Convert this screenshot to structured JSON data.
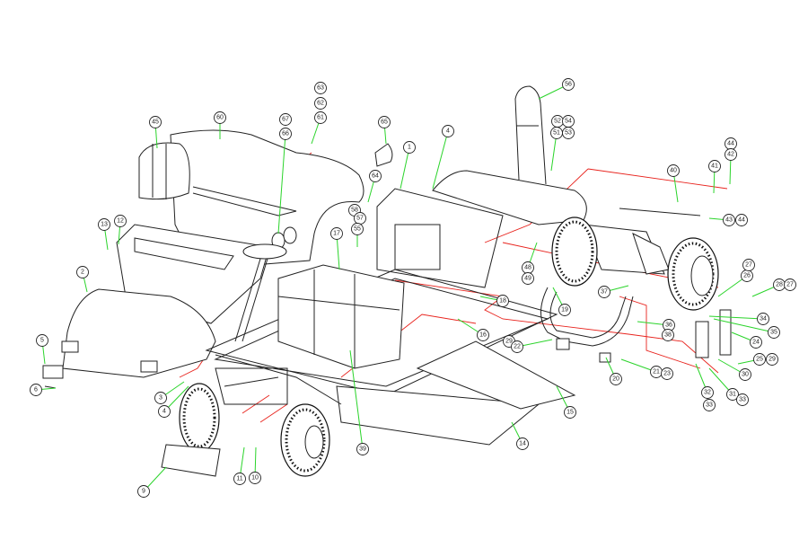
{
  "diagram": {
    "type": "exploded parts diagram",
    "colors": {
      "outline": "#222222",
      "leader": "#2bd42b",
      "wire": "#e8231d"
    },
    "callouts": [
      "45",
      "60",
      "63",
      "62",
      "61",
      "67",
      "66",
      "65",
      "1",
      "4",
      "56",
      "52",
      "54",
      "51",
      "53",
      "64",
      "58",
      "57",
      "55",
      "17",
      "13",
      "12",
      "40",
      "41",
      "44",
      "42",
      "43",
      "44",
      "48",
      "49",
      "18",
      "16",
      "19",
      "37",
      "36",
      "38",
      "26",
      "27",
      "28",
      "27",
      "34",
      "35",
      "24",
      "25",
      "29",
      "30",
      "31",
      "33",
      "32",
      "33",
      "20",
      "21",
      "23",
      "29",
      "22",
      "15",
      "14",
      "39",
      "2",
      "5",
      "6",
      "3",
      "4",
      "9",
      "11",
      "10"
    ]
  }
}
